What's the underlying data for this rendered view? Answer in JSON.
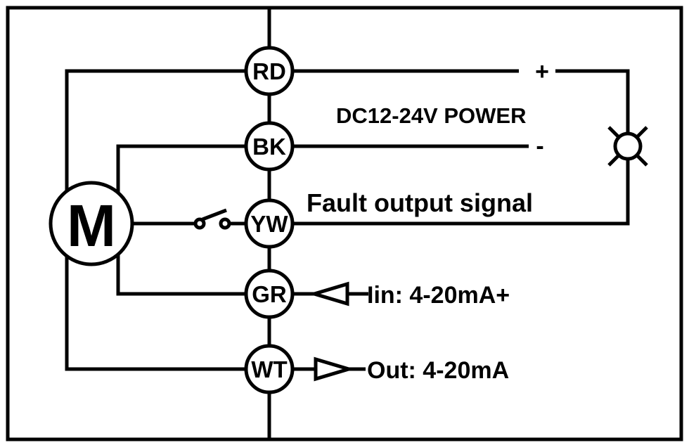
{
  "motor": {
    "label": "M"
  },
  "terminals": [
    {
      "label": "RD"
    },
    {
      "label": "BK"
    },
    {
      "label": "YW"
    },
    {
      "label": "GR"
    },
    {
      "label": "WT"
    }
  ],
  "power": {
    "plus": "+",
    "minus": "-",
    "label": "DC12-24V POWER"
  },
  "fault": {
    "label": "Fault output signal"
  },
  "input": {
    "label": "Iin: 4-20mA+"
  },
  "output": {
    "label": "Out: 4-20mA"
  },
  "colors": {
    "line": "#000000",
    "background": "#ffffff"
  }
}
